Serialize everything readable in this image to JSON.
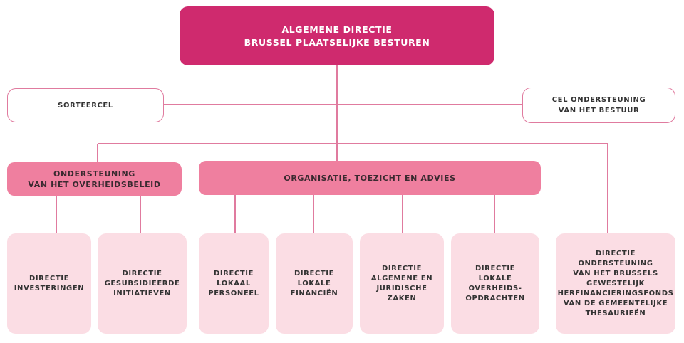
{
  "top": {
    "line1": "ALGEMENE DIRECTIE",
    "line2": "BRUSSEL PLAATSELIJKE BESTUREN"
  },
  "side_left": {
    "line1": "SORTEERCEL"
  },
  "side_right": {
    "line1": "CEL ONDERSTEUNING",
    "line2": "VAN HET BESTUUR"
  },
  "mid_left": {
    "line1": "ONDERSTEUNING",
    "line2": "VAN HET OVERHEIDSBELEID"
  },
  "mid_center": {
    "line1": "ORGANISATIE, TOEZICHT EN ADVIES"
  },
  "leaves": [
    {
      "lines": [
        "DIRECTIE",
        "INVESTERINGEN"
      ]
    },
    {
      "lines": [
        "DIRECTIE",
        "GESUBSIDIEERDE",
        "INITIATIEVEN"
      ]
    },
    {
      "lines": [
        "DIRECTIE",
        "LOKAAL",
        "PERSONEEL"
      ]
    },
    {
      "lines": [
        "DIRECTIE",
        "LOKALE",
        "FINANCIËN"
      ]
    },
    {
      "lines": [
        "DIRECTIE",
        "ALGEMENE EN",
        "JURIDISCHE",
        "ZAKEN"
      ]
    },
    {
      "lines": [
        "DIRECTIE",
        "LOKALE",
        "OVERHEIDS-",
        "OPDRACHTEN"
      ]
    },
    {
      "lines": [
        "DIRECTIE",
        "ONDERSTEUNING",
        "VAN HET BRUSSELS",
        "GEWESTELIJK",
        "HERFINANCIERINGSFONDS",
        "VAN DE GEMEENTELIJKE",
        "THESAURIEËN"
      ]
    }
  ],
  "colors": {
    "top_fill": "#cf2a6e",
    "connector": "#e07b9f",
    "mid_fill": "#ef7f9f",
    "leaf_fill": "#fbdde4",
    "outline": "#e07b9f"
  }
}
